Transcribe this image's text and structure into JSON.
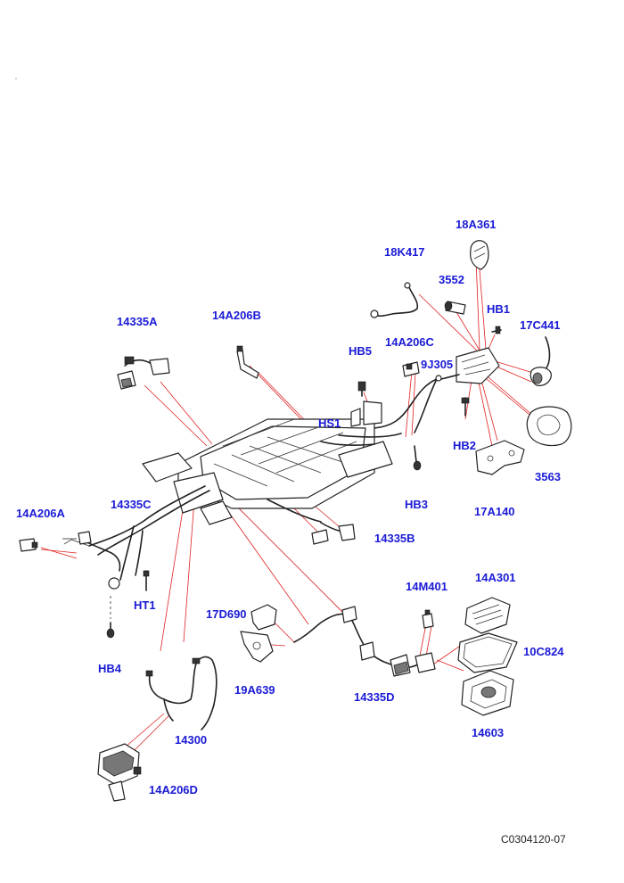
{
  "diagram": {
    "reference_code": "C0304120-07",
    "callout_color": "#1a1ad6",
    "leader_color": "#e02020",
    "callouts": {
      "c18A361": "18A361",
      "c18K417": "18K417",
      "c3552": "3552",
      "cHB1": "HB1",
      "c17C441": "17C441",
      "c14335A": "14335A",
      "c14A206B": "14A206B",
      "cHB5": "HB5",
      "c14A206C": "14A206C",
      "c9J305": "9J305",
      "cHS1": "HS1",
      "cHB2": "HB2",
      "c3563": "3563",
      "c17A140": "17A140",
      "cHB3": "HB3",
      "c14A206A": "14A206A",
      "c14335C": "14335C",
      "c14335B": "14335B",
      "cHT1": "HT1",
      "cHB4": "HB4",
      "c14M401": "14M401",
      "c14A301": "14A301",
      "c17D690": "17D690",
      "c10C824": "10C824",
      "c19A639": "19A639",
      "c14335D": "14335D",
      "c14603": "14603",
      "c14300": "14300",
      "c14A206D": "14A206D"
    }
  }
}
